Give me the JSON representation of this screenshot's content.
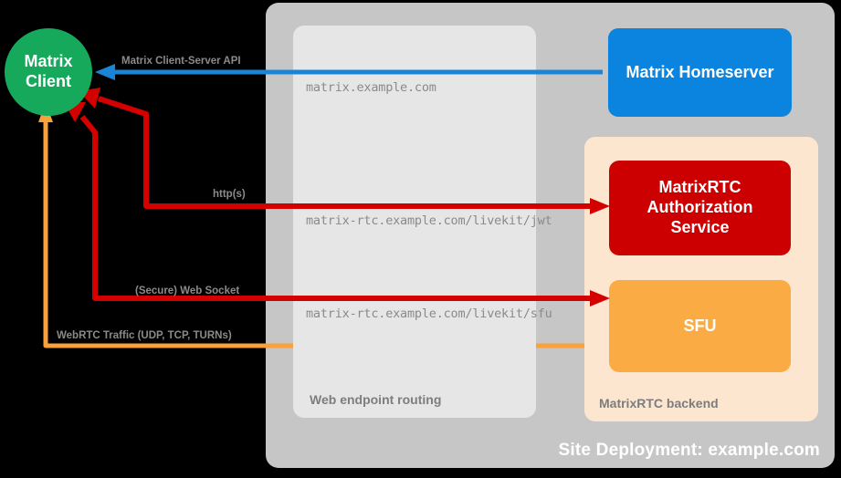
{
  "site": {
    "label": "Site Deployment: example.com",
    "bg_color": "#c6c6c6"
  },
  "client": {
    "label": "Matrix\nClient",
    "line1": "Matrix",
    "line2": "Client",
    "color": "#16a95c"
  },
  "routing": {
    "label": "Web endpoint routing",
    "bg_color": "#e6e6e6",
    "endpoints": [
      "matrix.example.com",
      "matrix-rtc.example.com/livekit/jwt",
      "matrix-rtc.example.com/livekit/sfu"
    ]
  },
  "backend": {
    "label": "MatrixRTC backend",
    "bg_color": "#fce6d0"
  },
  "services": [
    {
      "id": "homeserver",
      "label": "Matrix Homeserver",
      "color": "#0b84e0"
    },
    {
      "id": "auth",
      "line1": "MatrixRTC",
      "line2": "Authorization",
      "line3": "Service",
      "color": "#cc0000"
    },
    {
      "id": "sfu",
      "label": "SFU",
      "color": "#fbab44"
    }
  ],
  "flows": [
    {
      "id": "client-server-api",
      "label": "Matrix Client-Server API",
      "color": "#1a85d6",
      "direction": "to-client"
    },
    {
      "id": "https-jwt",
      "label": "http(s)",
      "color": "#d40000",
      "direction": "to-client"
    },
    {
      "id": "websocket-sfu",
      "label": "(Secure) Web Socket",
      "color": "#d40000",
      "direction": "to-client"
    },
    {
      "id": "webrtc-traffic",
      "label": "WebRTC Traffic (UDP, TCP, TURNs)",
      "color": "#f9a13a",
      "direction": "to-client"
    }
  ]
}
